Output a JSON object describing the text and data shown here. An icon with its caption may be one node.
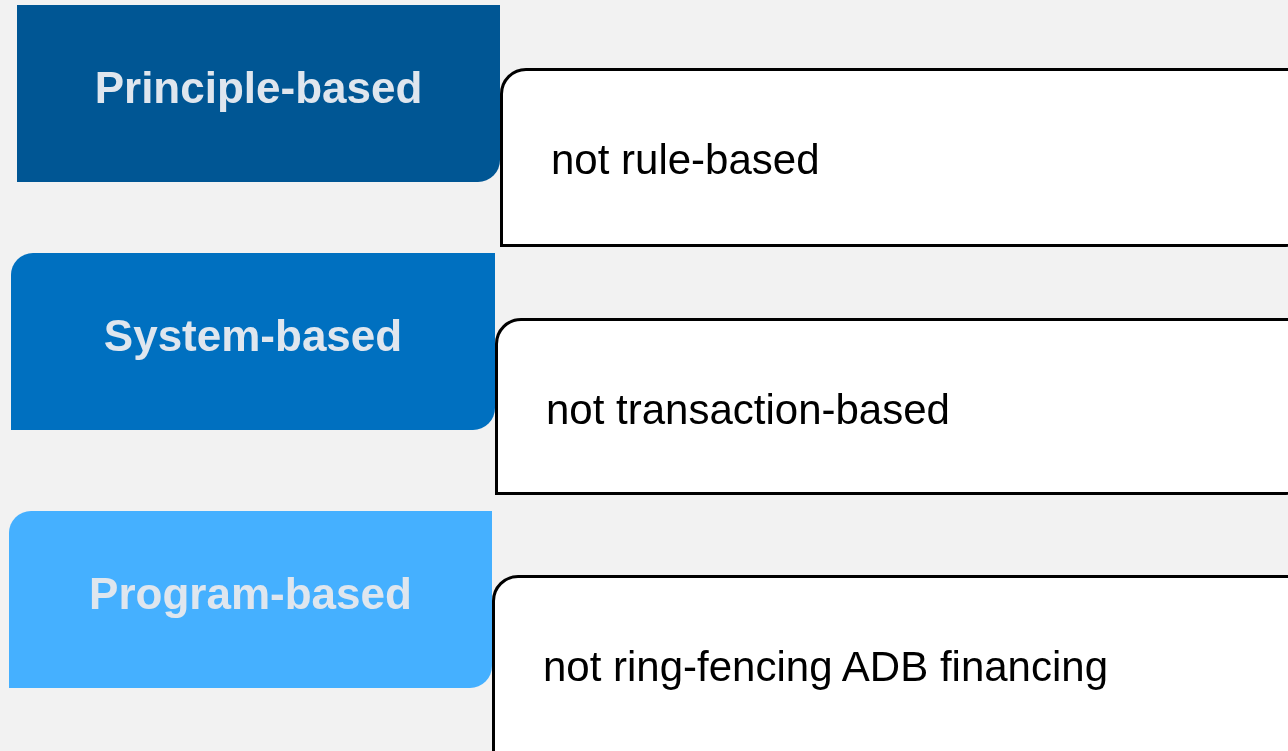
{
  "diagram": {
    "nodes": [
      {
        "text": [
          "Principle-based"
        ]
      },
      {
        "text": [
          "not rule-based"
        ]
      },
      {
        "text": [
          "System-based"
        ]
      },
      {
        "text": [
          "not transaction-based"
        ]
      },
      {
        "text": [
          "Program-based"
        ]
      },
      {
        "text": [
          "not ring-fencing ADB financing"
        ]
      }
    ]
  }
}
